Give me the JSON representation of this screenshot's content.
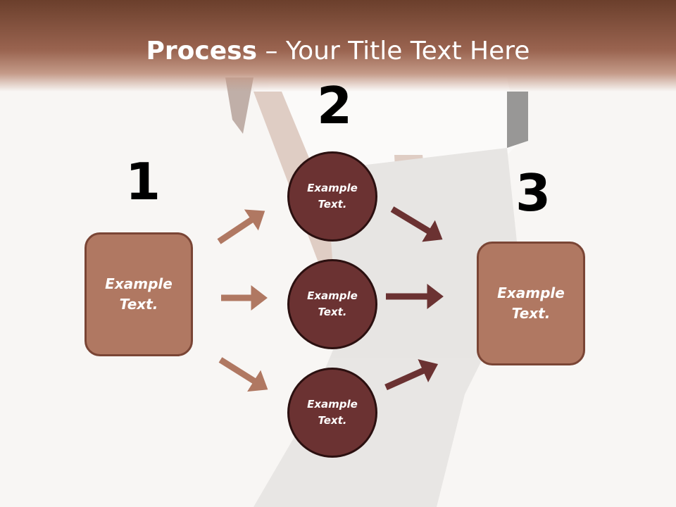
{
  "title": {
    "bold": "Process",
    "rest": " – Your Title Text Here"
  },
  "steps": [
    {
      "number": "1",
      "text_line1": "Example",
      "text_line2": "Text."
    },
    {
      "number": "2"
    },
    {
      "number": "3",
      "text_line1": "Example",
      "text_line2": "Text."
    }
  ],
  "circles": [
    {
      "line1": "Example",
      "line2": "Text."
    },
    {
      "line1": "Example",
      "line2": "Text."
    },
    {
      "line1": "Example",
      "line2": "Text."
    }
  ],
  "colors": {
    "header": "#8a5240",
    "box_fill": "#b07862",
    "circle_fill": "#6b3232",
    "arrow_light": "#b07862",
    "arrow_dark": "#6b3232"
  }
}
